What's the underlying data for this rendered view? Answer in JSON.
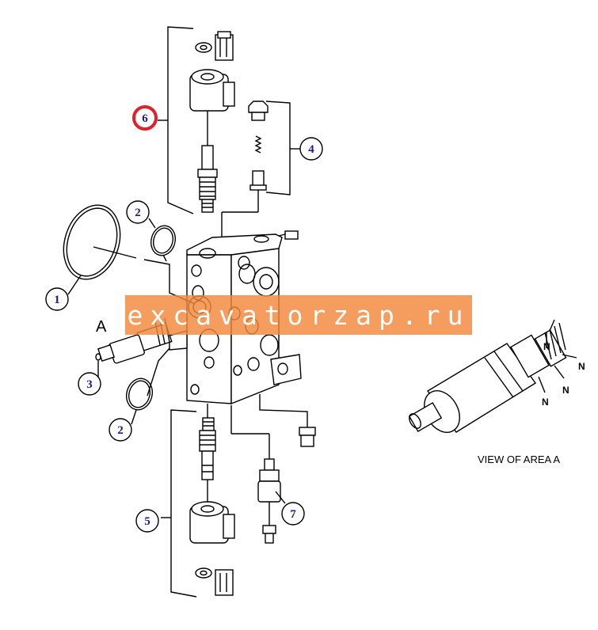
{
  "callouts": [
    {
      "id": "1",
      "label": "1",
      "highlight": false
    },
    {
      "id": "2a",
      "label": "2",
      "highlight": false
    },
    {
      "id": "2b",
      "label": "2",
      "highlight": false
    },
    {
      "id": "3",
      "label": "3",
      "highlight": false
    },
    {
      "id": "4",
      "label": "4",
      "highlight": false
    },
    {
      "id": "5",
      "label": "5",
      "highlight": false
    },
    {
      "id": "6",
      "label": "6",
      "highlight": true
    },
    {
      "id": "7",
      "label": "7",
      "highlight": false
    }
  ],
  "labels": {
    "area_marker": "A",
    "view_caption": "VIEW OF AREA A",
    "n_marker": "N"
  },
  "watermark": "excavatorzap.ru",
  "colors": {
    "callout_text": "#1a1a8c",
    "highlight_ring": "#e0202a",
    "watermark_bg": "#f2873c",
    "line": "#000000"
  }
}
